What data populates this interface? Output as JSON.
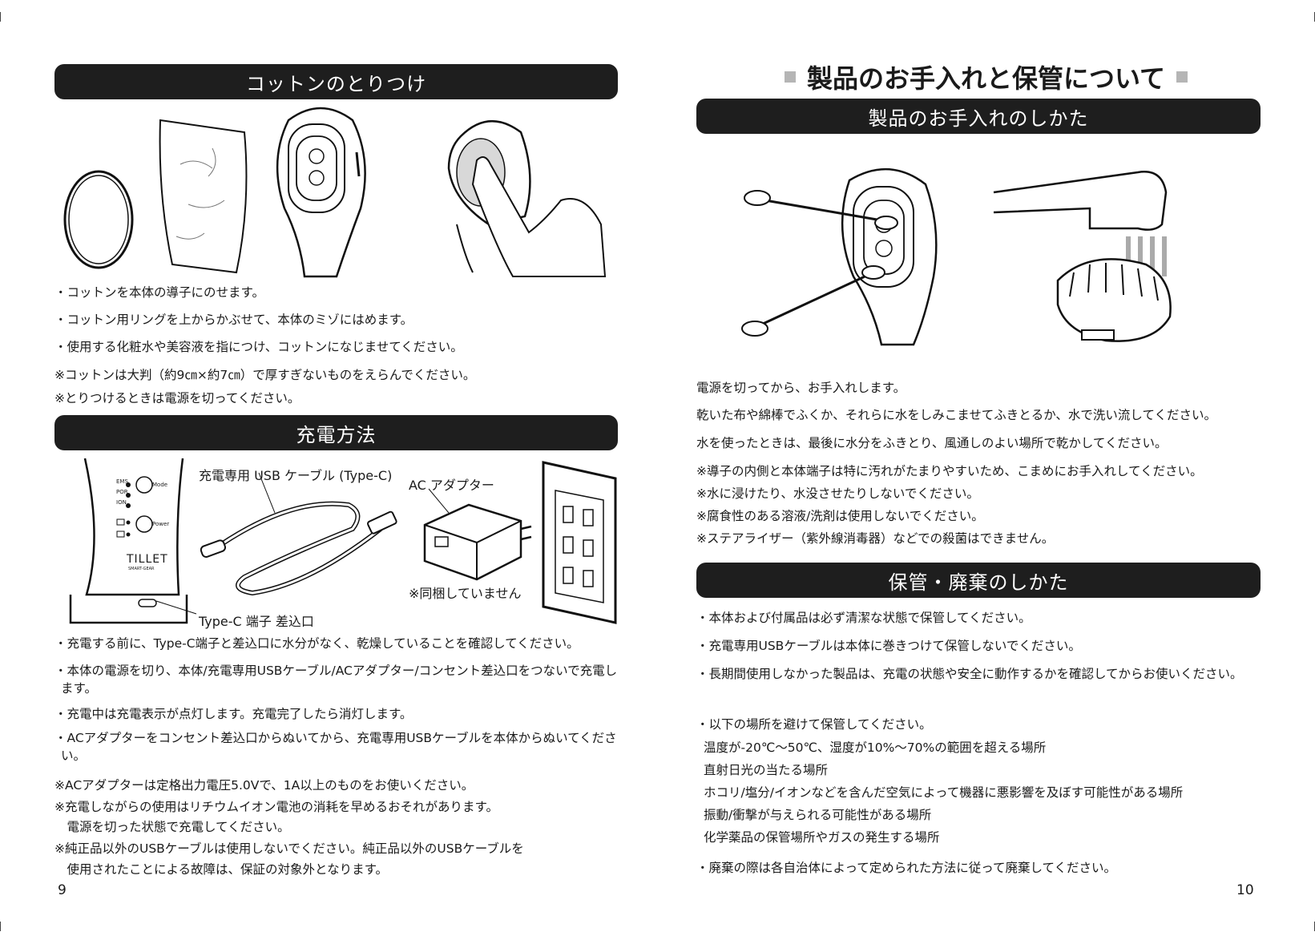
{
  "left": {
    "cotton": {
      "heading": "コットンのとりつけ",
      "lines": [
        "・コットンを本体の導子にのせます。",
        "・コットン用リングを上からかぶせて、本体のミゾにはめます。",
        "・使用する化粧水や美容液を指につけ、コットンになじませてください。",
        "※コットンは大判（約9㎝×約7㎝）で厚すぎないものをえらんでください。",
        "※とりつけるときは電源を切ってください。"
      ]
    },
    "charging": {
      "heading": "充電方法",
      "device_leds": [
        "EMS",
        "POR",
        "ION"
      ],
      "device_buttons": [
        "Mode",
        "Power"
      ],
      "brand": "TILLET",
      "brand_sub": "SMART-GEAR",
      "label_cable": "充電専用 USB ケーブル (Type-C)",
      "label_adapter": "AC アダプター",
      "label_not_included": "※同梱していません",
      "label_port": "Type-C 端子 差込口",
      "lines": [
        "・充電する前に、Type-C端子と差込口に水分がなく、乾燥していることを確認してください。",
        "・本体の電源を切り、本体/充電専用USBケーブル/ACアダプター/コンセント差込口をつないで充電します。",
        "・充電中は充電表示が点灯します。充電完了したら消灯します。",
        "・ACアダプターをコンセント差込口からぬいてから、充電専用USBケーブルを本体からぬいてください。",
        "※ACアダプターは定格出力電圧5.0Vで、1A以上のものをお使いください。",
        "※充電しながらの使用はリチウムイオン電池の消耗を早めるおそれがあります。",
        "　電源を切った状態で充電してください。",
        "※純正品以外のUSBケーブルは使用しないでください。純正品以外のUSBケーブルを",
        "　使用されたことによる故障は、保証の対象外となります。"
      ]
    },
    "page_number": "9"
  },
  "right": {
    "title": "製品のお手入れと保管について",
    "care": {
      "heading": "製品のお手入れのしかた",
      "lines": [
        "電源を切ってから、お手入れします。",
        "乾いた布や綿棒でふくか、それらに水をしみこませてふきとるか、水で洗い流してください。",
        "水を使ったときは、最後に水分をふきとり、風通しのよい場所で乾かしてください。",
        "※導子の内側と本体端子は特に汚れがたまりやすいため、こまめにお手入れしてください。",
        "※水に浸けたり、水没させたりしないでください。",
        "※腐食性のある溶液/洗剤は使用しないでください。",
        "※ステアライザー（紫外線消毒器）などでの殺菌はできません。"
      ]
    },
    "storage": {
      "heading": "保管・廃棄のしかた",
      "lines": [
        "・本体および付属品は必ず清潔な状態で保管してください。",
        "・充電専用USBケーブルは本体に巻きつけて保管しないでください。",
        "・長期間使用しなかった製品は、充電の状態や安全に動作するかを確認してからお使いください。",
        "・以下の場所を避けて保管してください。",
        "温度が-20℃～50℃、湿度が10%～70%の範囲を超える場所",
        "直射日光の当たる場所",
        "ホコリ/塩分/イオンなどを含んだ空気によって機器に悪影響を及ぼす可能性がある場所",
        "振動/衝撃が与えられる可能性がある場所",
        "化学薬品の保管場所やガスの発生する場所",
        "・廃棄の際は各自治体によって定められた方法に従って廃棄してください。"
      ]
    },
    "page_number": "10"
  }
}
